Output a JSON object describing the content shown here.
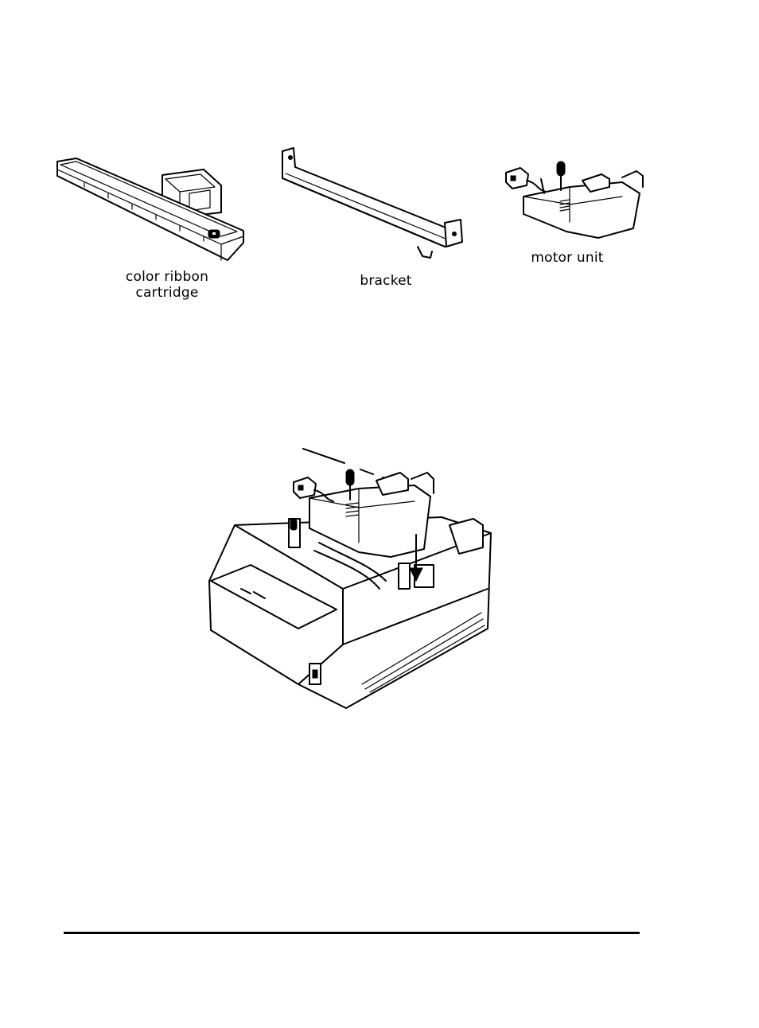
{
  "labels": {
    "ribbon_line1": "color ribbon",
    "ribbon_line2": "cartridge",
    "bracket": "bracket",
    "motor": "motor unit"
  },
  "figures": [
    {
      "id": "color-ribbon-cartridge-illustration"
    },
    {
      "id": "bracket-illustration"
    },
    {
      "id": "motor-unit-illustration"
    },
    {
      "id": "printer-installation-illustration"
    }
  ]
}
